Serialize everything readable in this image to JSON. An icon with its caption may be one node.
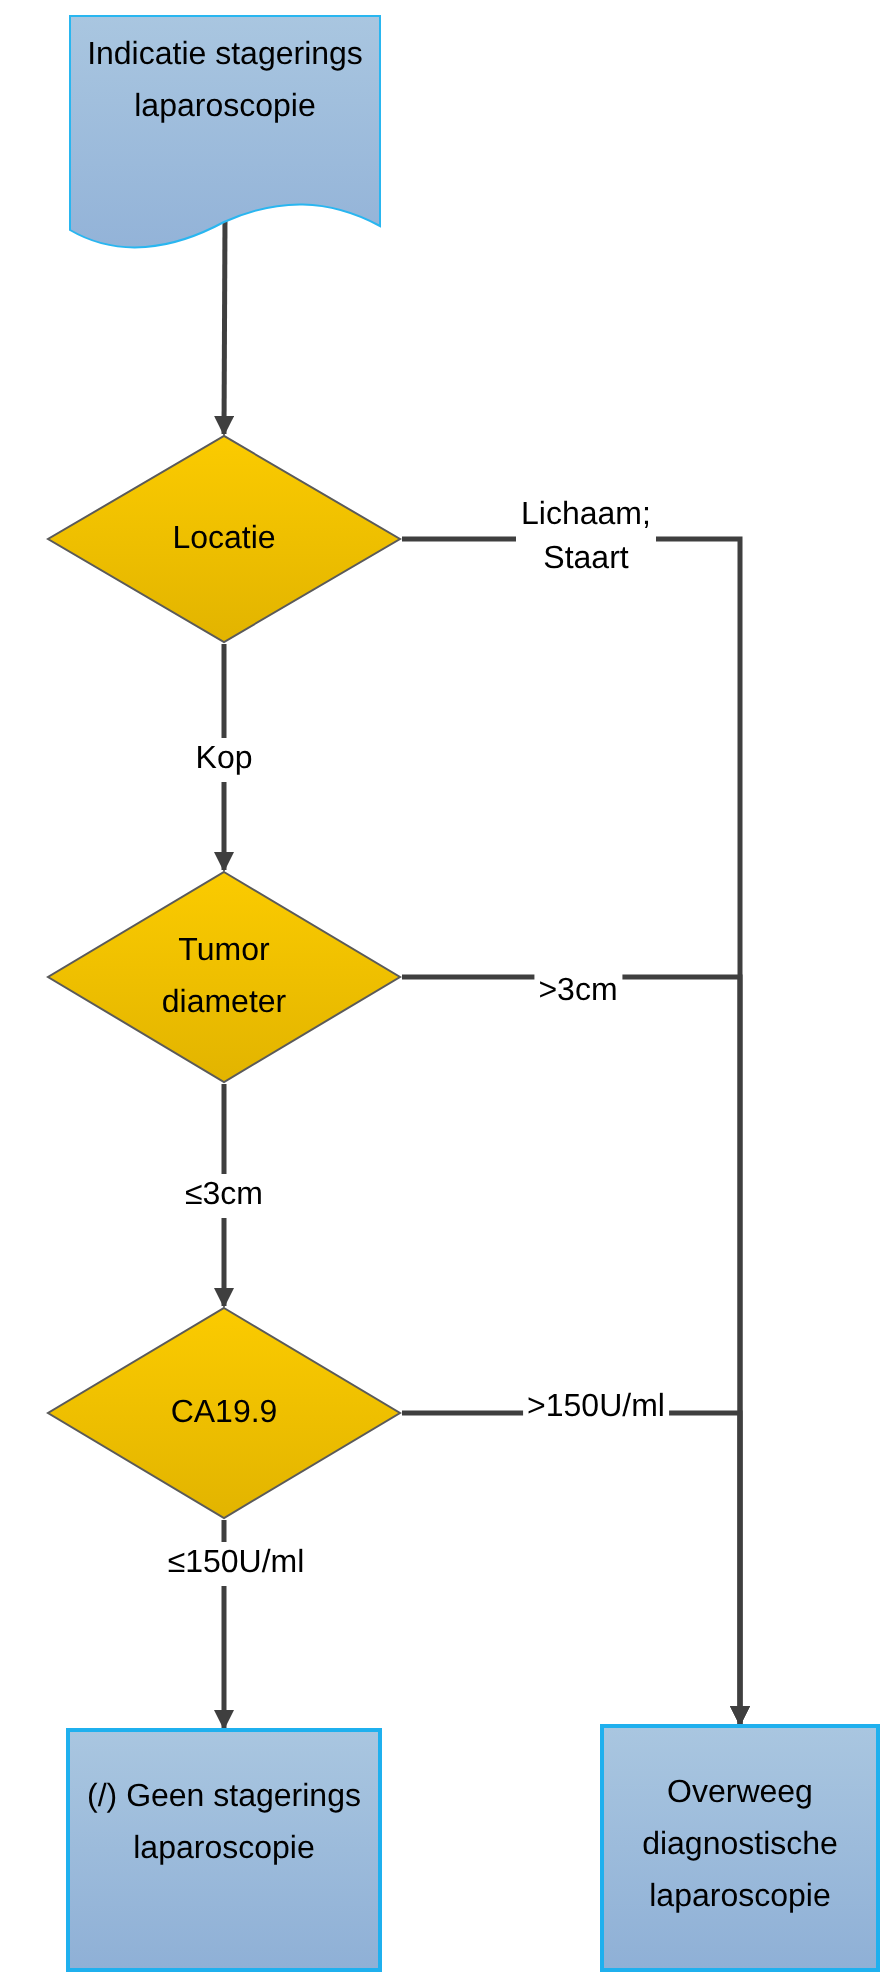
{
  "diagram": {
    "nodes": [
      {
        "text": [
          "Indicatie stagerings laparoscopie"
        ]
      },
      {
        "text": [
          "Locatie"
        ]
      },
      {
        "text": [
          "Tumor diameter"
        ]
      },
      {
        "text": [
          "CA19.9"
        ]
      },
      {
        "text": [
          "(/) Geen stagerings laparoscopie"
        ]
      },
      {
        "text": [
          "Overweeg diagnostische laparoscopie"
        ]
      }
    ],
    "edges": [
      {
        "from": 0,
        "to": 1,
        "arrow": "to"
      },
      {
        "from": 1,
        "to": 2,
        "arrow": "to",
        "label": "Kop"
      },
      {
        "from": 2,
        "to": 3,
        "arrow": "to",
        "label": "≤3cm"
      },
      {
        "from": 3,
        "to": 4,
        "arrow": "to",
        "label": "≤150U/ml"
      },
      {
        "from": 1,
        "to": 5,
        "arrow": "to",
        "label": "Lichaam; Staart"
      },
      {
        "from": 2,
        "to": 5,
        "arrow": "to",
        "label": ">3cm"
      },
      {
        "from": 3,
        "to": 5,
        "arrow": "to",
        "label": ">150U/ml"
      }
    ]
  }
}
